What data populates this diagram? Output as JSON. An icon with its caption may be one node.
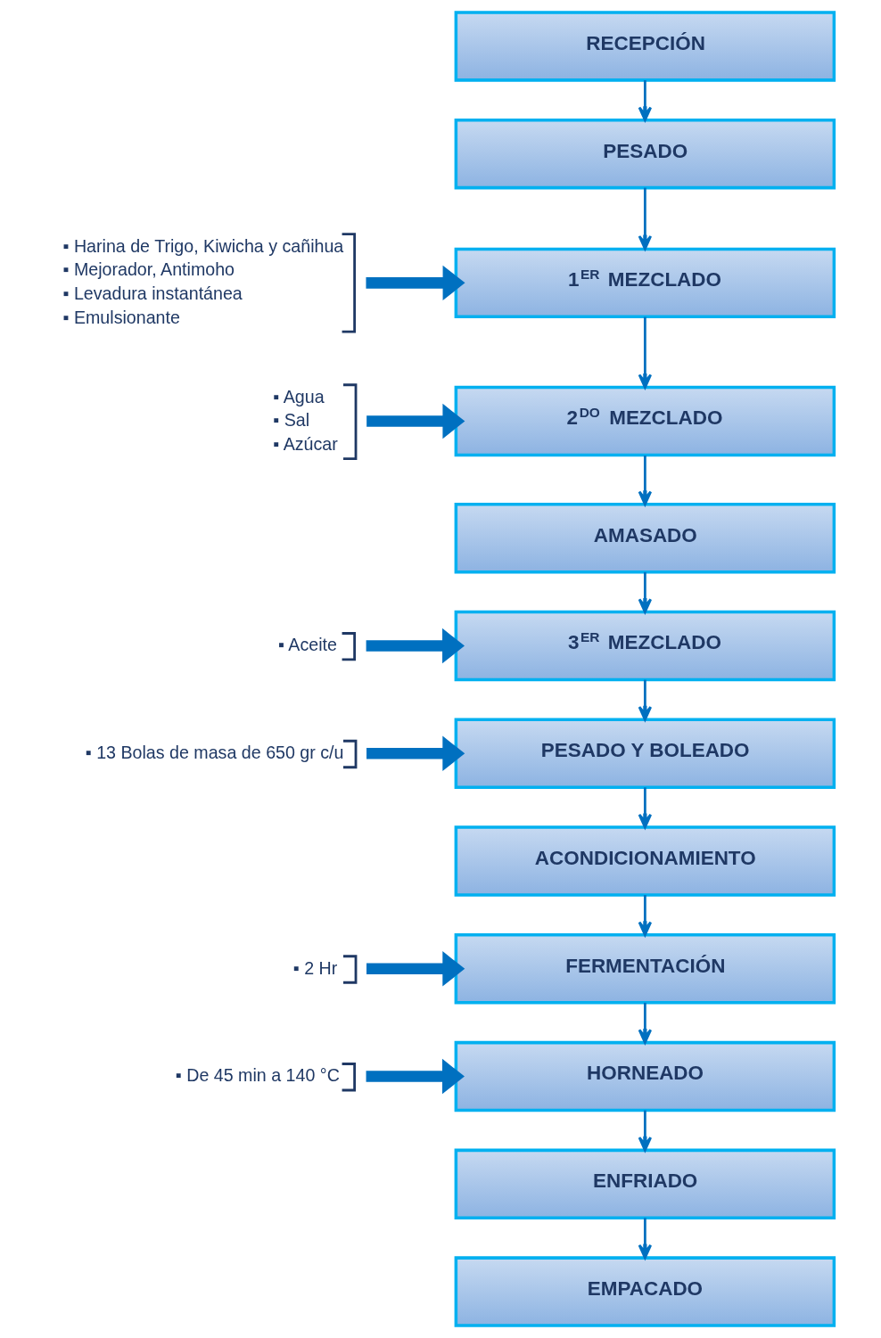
{
  "diagram": {
    "nodes": [
      {
        "text": [
          "RECEPCIÓN"
        ]
      },
      {
        "text": [
          "PESADO"
        ]
      },
      {
        "text": [
          "▪ Harina de Trigo, Kiwicha y cañihua",
          "▪ Mejorador, Antimoho",
          "▪ Levadura instantánea",
          "▪ Emulsionante"
        ]
      },
      {
        "text": [
          "1$^{ER}$ MEZCLADO"
        ]
      },
      {
        "text": [
          "▪ Agua",
          "▪ Sal",
          "▪ Azúcar"
        ]
      },
      {
        "text": [
          "2$^{DO}$ MEZCLADO"
        ]
      },
      {
        "text": [
          "AMASADO"
        ]
      },
      {
        "text": [
          "▪ Aceite"
        ]
      },
      {
        "text": [
          "3$^{ER}$ MEZCLADO"
        ]
      },
      {
        "text": [
          "▪ 13 Bolas de masa de 650 gr c/u"
        ]
      },
      {
        "text": [
          "PESADO Y BOLEADO"
        ]
      },
      {
        "text": [
          "ACONDICIONAMIENTO"
        ]
      },
      {
        "text": [
          "▪ 2 Hr"
        ]
      },
      {
        "text": [
          "FERMENTACIÓN"
        ]
      },
      {
        "text": [
          "▪ De 45 min a 140 °C"
        ]
      },
      {
        "text": [
          "HORNEADO"
        ]
      },
      {
        "text": [
          "ENFRIADO"
        ]
      },
      {
        "text": [
          "EMPACADO"
        ]
      }
    ],
    "edges": [
      {
        "from": 0,
        "to": 1,
        "arrow": "to"
      },
      {
        "from": 1,
        "to": 3,
        "arrow": "to"
      },
      {
        "from": 2,
        "to": 3,
        "arrow": "to",
        "style": "thick"
      },
      {
        "from": 3,
        "to": 5,
        "arrow": "to"
      },
      {
        "from": 4,
        "to": 5,
        "arrow": "to",
        "style": "thick"
      },
      {
        "from": 5,
        "to": 6,
        "arrow": "to"
      },
      {
        "from": 6,
        "to": 8,
        "arrow": "to"
      },
      {
        "from": 7,
        "to": 8,
        "arrow": "to",
        "style": "thick"
      },
      {
        "from": 8,
        "to": 10,
        "arrow": "to"
      },
      {
        "from": 9,
        "to": 10,
        "arrow": "to",
        "style": "thick"
      },
      {
        "from": 10,
        "to": 11,
        "arrow": "to"
      },
      {
        "from": 11,
        "to": 13,
        "arrow": "to"
      },
      {
        "from": 12,
        "to": 13,
        "arrow": "to",
        "style": "thick"
      },
      {
        "from": 13,
        "to": 15,
        "arrow": "to"
      },
      {
        "from": 14,
        "to": 15,
        "arrow": "to",
        "style": "thick"
      },
      {
        "from": 15,
        "to": 16,
        "arrow": "to"
      },
      {
        "from": 16,
        "to": 17,
        "arrow": "to"
      }
    ]
  }
}
